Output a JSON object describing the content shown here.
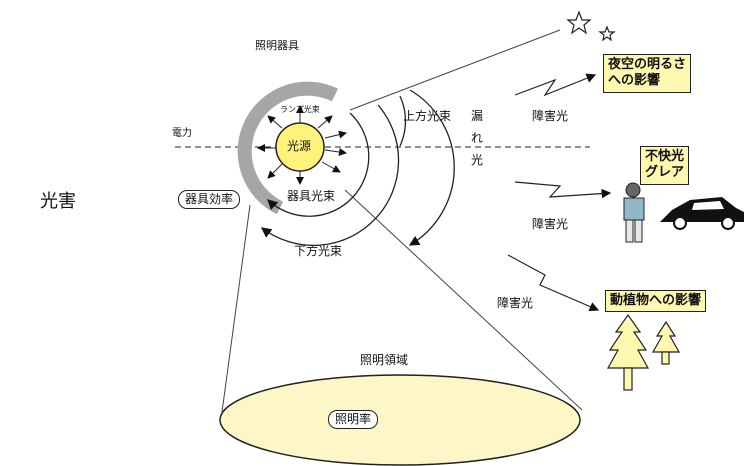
{
  "title": "光害",
  "fixture": {
    "label": "照明器具",
    "lamp_flux": "ランプ光束",
    "power": "電力",
    "light_source": "光源",
    "fixture_flux": "器具光束",
    "efficiency": "器具効率"
  },
  "flux": {
    "upward": "上方光束",
    "downward": "下方光束",
    "leak_chars": [
      "漏",
      "れ",
      "光"
    ]
  },
  "area": {
    "label": "照明領域",
    "rate": "照明率"
  },
  "obstruction_light": [
    "障害光",
    "障害光",
    "障害光"
  ],
  "effects": [
    {
      "lines": [
        "夜空の明るさ",
        "への影響"
      ]
    },
    {
      "lines": [
        "不快光",
        "グレア"
      ]
    },
    {
      "lines": [
        "動植物への影響"
      ]
    }
  ],
  "colors": {
    "source_fill": "#fff27a",
    "area_fill": "#fdf6c6",
    "reflector": "#a6a6a6",
    "box_fill": "#fff8b0",
    "car": "#111111"
  },
  "icons": [
    "star-icon",
    "star-icon",
    "person-icon",
    "car-icon",
    "tree-icon",
    "tree-icon"
  ]
}
